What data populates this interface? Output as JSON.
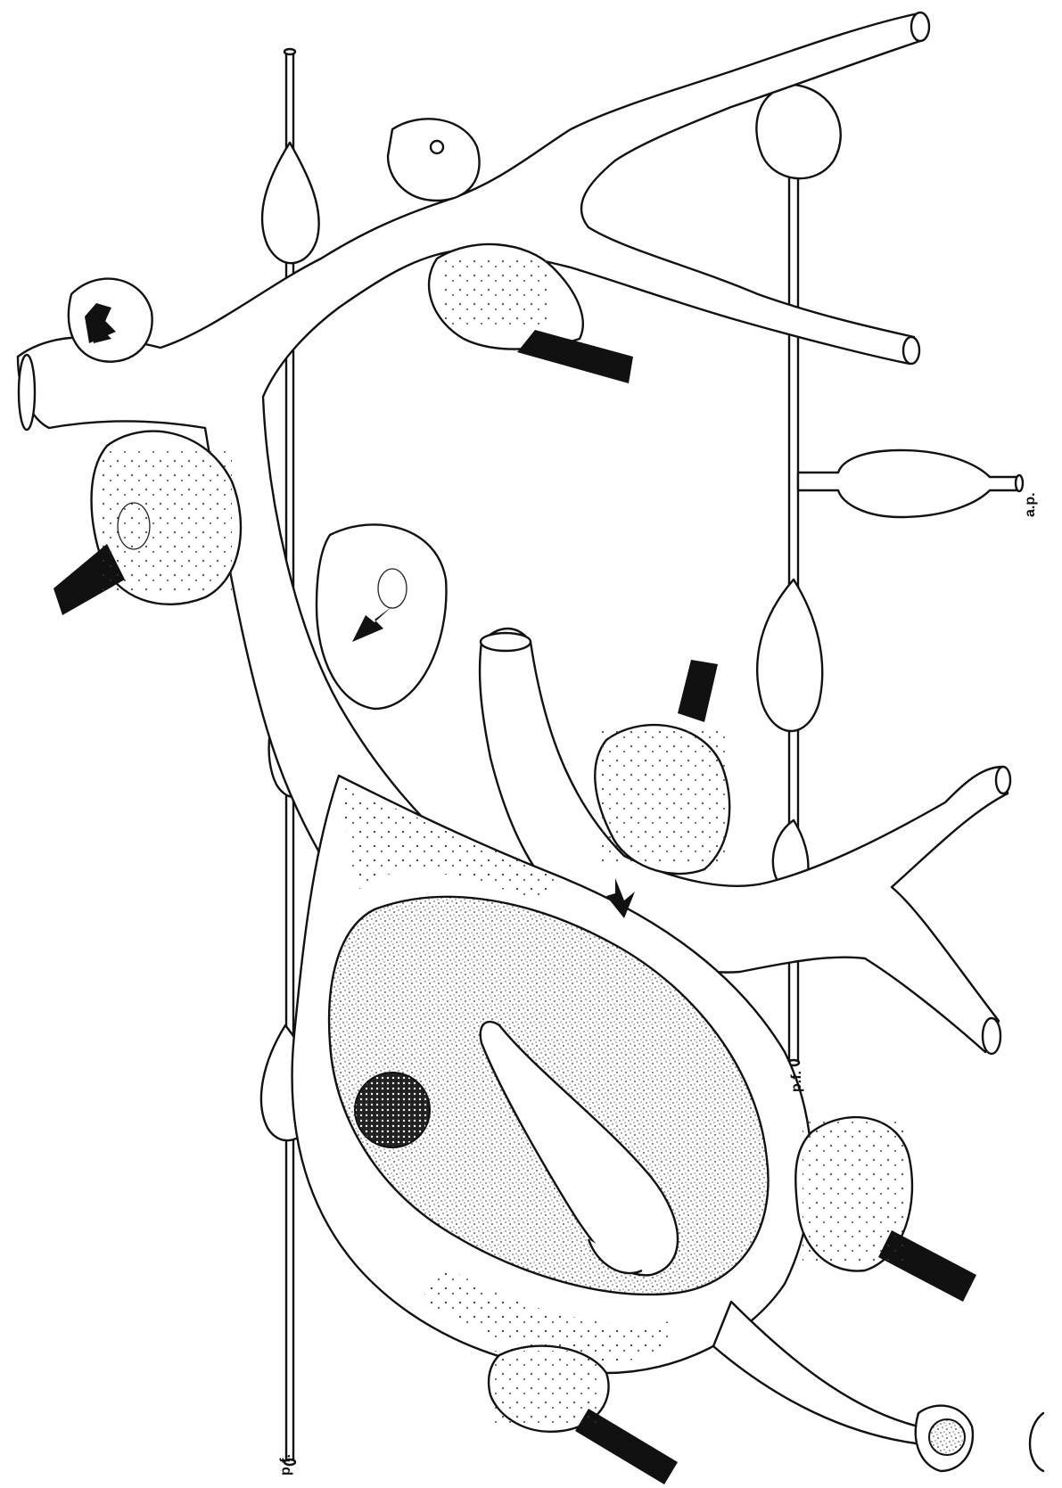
{
  "figure": {
    "labels": {
      "parallel_fiber_left": "p.f.",
      "parallel_fiber_lower": "p.f.",
      "axon_process": "a.p."
    },
    "colors": {
      "ink": "#111111",
      "paper": "#ffffff"
    }
  }
}
